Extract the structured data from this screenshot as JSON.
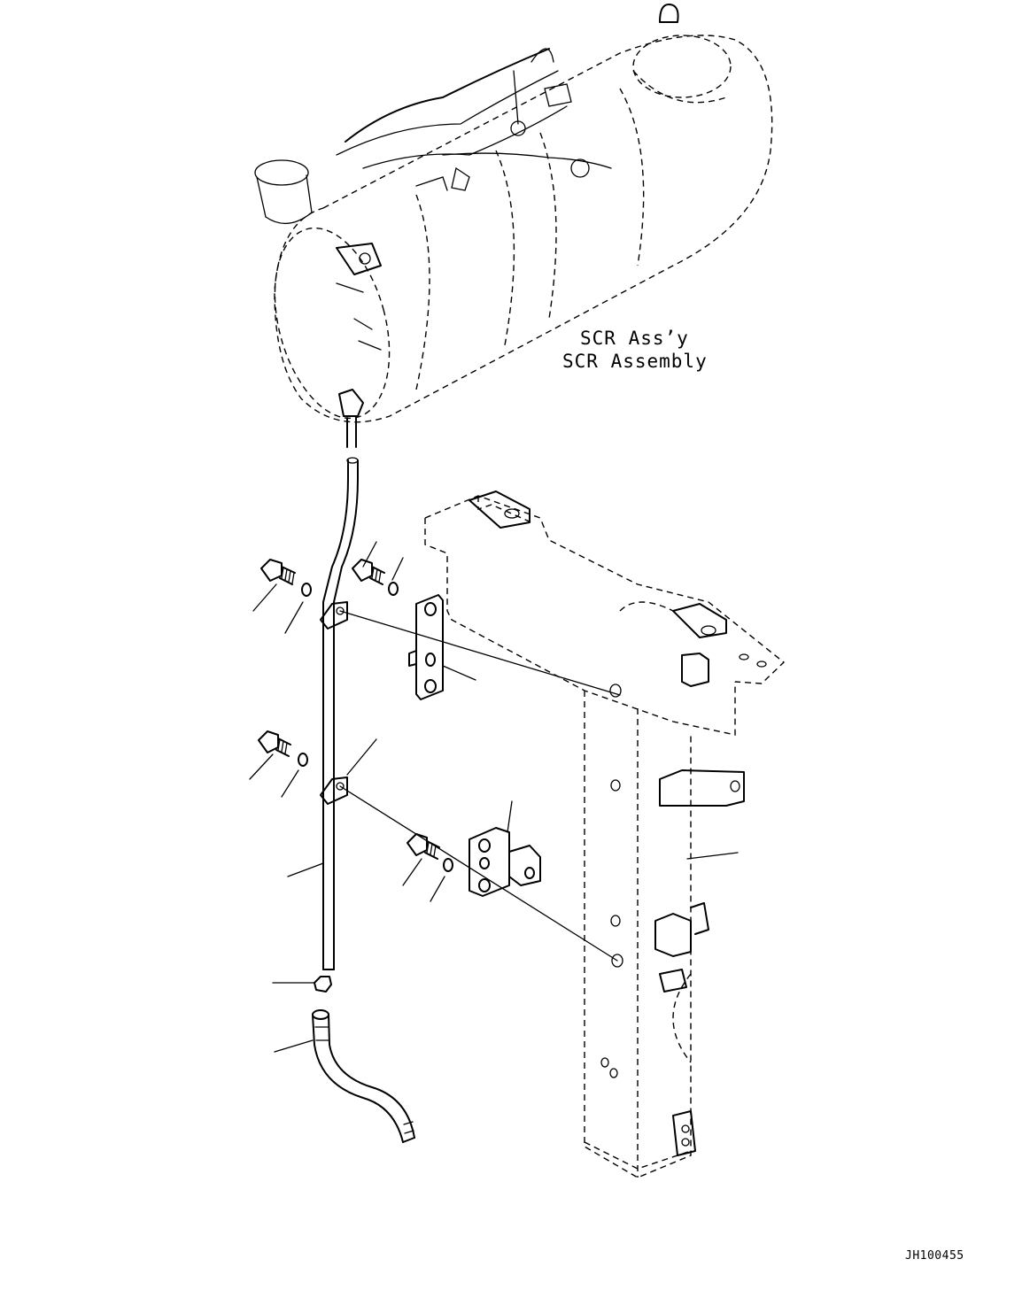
{
  "labels": {
    "scr_assy": "SCR Ass’y",
    "scr_assembly": "SCR Assembly",
    "drawing_code": "JH100455"
  }
}
